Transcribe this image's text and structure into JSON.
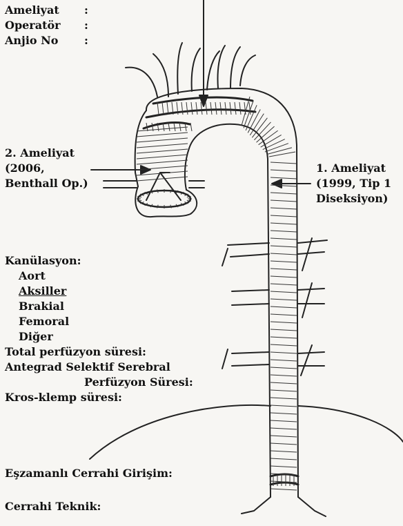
{
  "header": {
    "surgery_label": "Ameliyat",
    "surgery_colon": ":",
    "operator_label": "Operatör",
    "operator_colon": ":",
    "angio_label": "Anjio No",
    "angio_colon": ":"
  },
  "annotations": {
    "second_surgery": [
      "2. Ameliyat",
      "(2006,",
      "Benthall Op.)"
    ],
    "first_surgery": [
      "1. Ameliyat",
      "(1999, Tip 1",
      "Diseksiyon)"
    ]
  },
  "cannulation": {
    "title": "Kanülasyon:",
    "options": [
      {
        "label": "Aort",
        "selected": false
      },
      {
        "label": "Aksiller",
        "selected": true
      },
      {
        "label": "Brakial",
        "selected": false
      },
      {
        "label": "Femoral",
        "selected": false
      },
      {
        "label": "Diğer",
        "selected": false
      }
    ]
  },
  "perfusion": {
    "total": "Total perfüzyon süresi:",
    "antegrade_line1": "Antegrad Selektif Serebral",
    "antegrade_line2": "Perfüzyon Süresi:",
    "cross_clamp": "Kros-klemp süresi:"
  },
  "concurrent_procedure": "Eşzamanlı Cerrahi Girişim:",
  "surgical_technique": "Cerrahi Teknik:"
}
